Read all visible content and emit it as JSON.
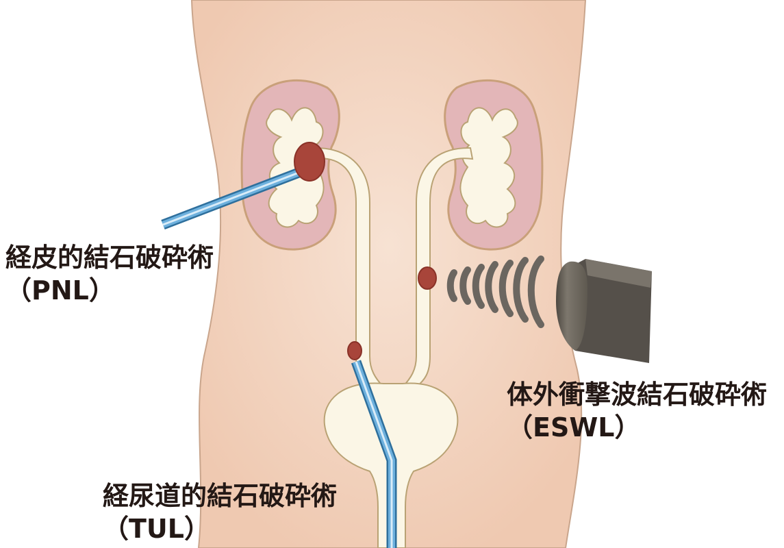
{
  "labels": {
    "pnl": {
      "name": "経皮的結石破砕術",
      "abbr": "（PNL）"
    },
    "eswl": {
      "name": "体外衝撃波結石破砕術",
      "abbr": "（ESWL）"
    },
    "tul": {
      "name": "経尿道的結石破砕術",
      "abbr": "（TUL）"
    }
  },
  "colors": {
    "body_skin": "#f2d3be",
    "kidney_pink": "#e3b6b8",
    "kidney_outline": "#c9a07a",
    "urinary_fill": "#fbf6e6",
    "urinary_outline": "#b9a274",
    "stone": "#a8453a",
    "tube_blue": "#5aa0cf",
    "device_gray": "#6f6960",
    "wave_gray": "#6b6660"
  }
}
